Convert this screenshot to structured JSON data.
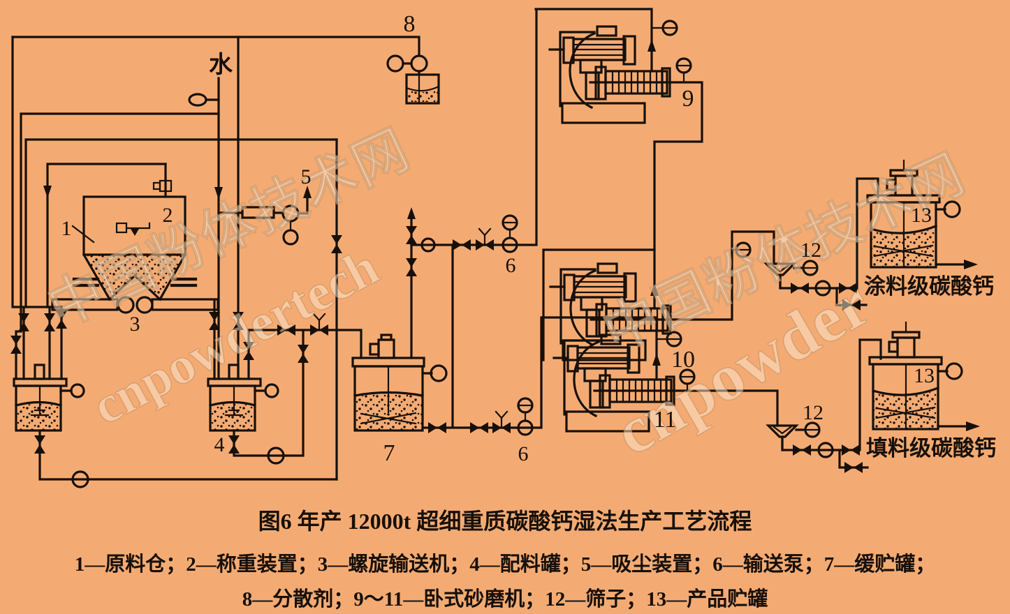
{
  "diagram": {
    "title": "图6 年产 12000t 超细重质碳酸钙湿法生产工艺流程",
    "legend_line1": "1—原料仓；2—称重装置；3—螺旋输送机；4—配料罐；5—吸尘装置；6—输送泵；7—缓贮罐；",
    "legend_line2": "8—分散剂；9～11—卧式砂磨机；12—筛子；13—产品贮罐",
    "labels": {
      "water": "水",
      "n1": "1",
      "n2": "2",
      "n3": "3",
      "n4": "4",
      "n5": "5",
      "n6": "6",
      "n7": "7",
      "n8": "8",
      "n9": "9",
      "n10": "10",
      "n11": "11",
      "n12": "12",
      "n13": "13"
    },
    "outputs": {
      "coating_grade": "涂料级碳酸钙",
      "filler_grade": "填料级碳酸钙"
    },
    "watermark": {
      "cn": "中国粉体技术网",
      "latin_left": "cnpowdertech",
      "latin_right": "cnpowder"
    },
    "colors": {
      "background": "#f4ab73",
      "line": "#17100a",
      "watermark_fill": "#fbe9d6",
      "watermark_stroke": "#a9794a"
    }
  }
}
